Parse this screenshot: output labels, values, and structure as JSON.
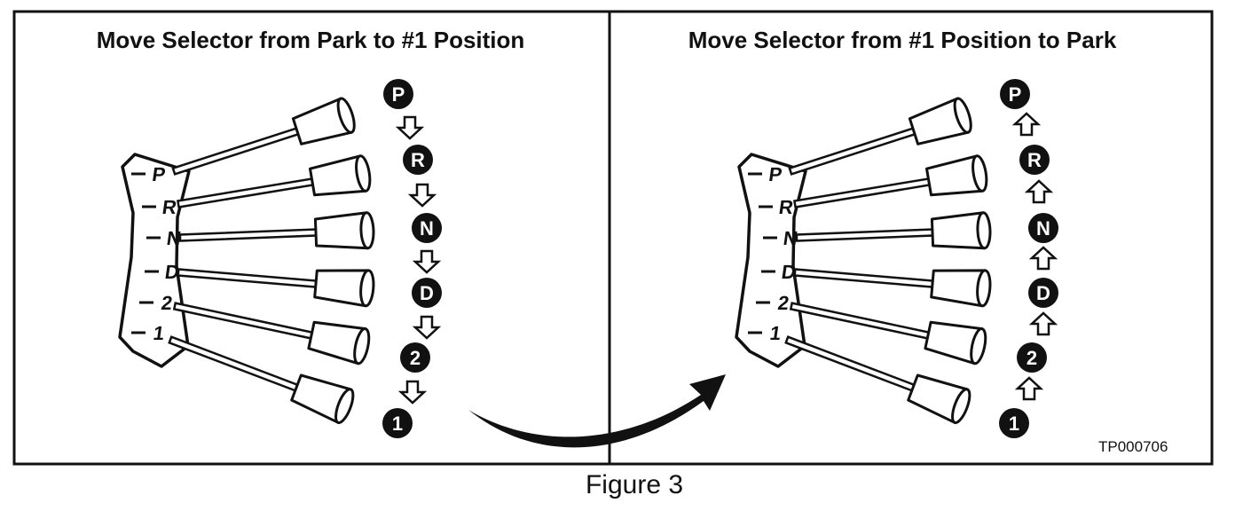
{
  "left_panel": {
    "title": "Move Selector from Park to #1 Position"
  },
  "right_panel": {
    "title": "Move Selector from #1 Position to Park"
  },
  "gate_labels": [
    "P",
    "R",
    "N",
    "D",
    "2",
    "1"
  ],
  "sequence_labels": [
    "P",
    "R",
    "N",
    "D",
    "2",
    "1"
  ],
  "reference_code": "TP000706",
  "caption": "Figure 3"
}
